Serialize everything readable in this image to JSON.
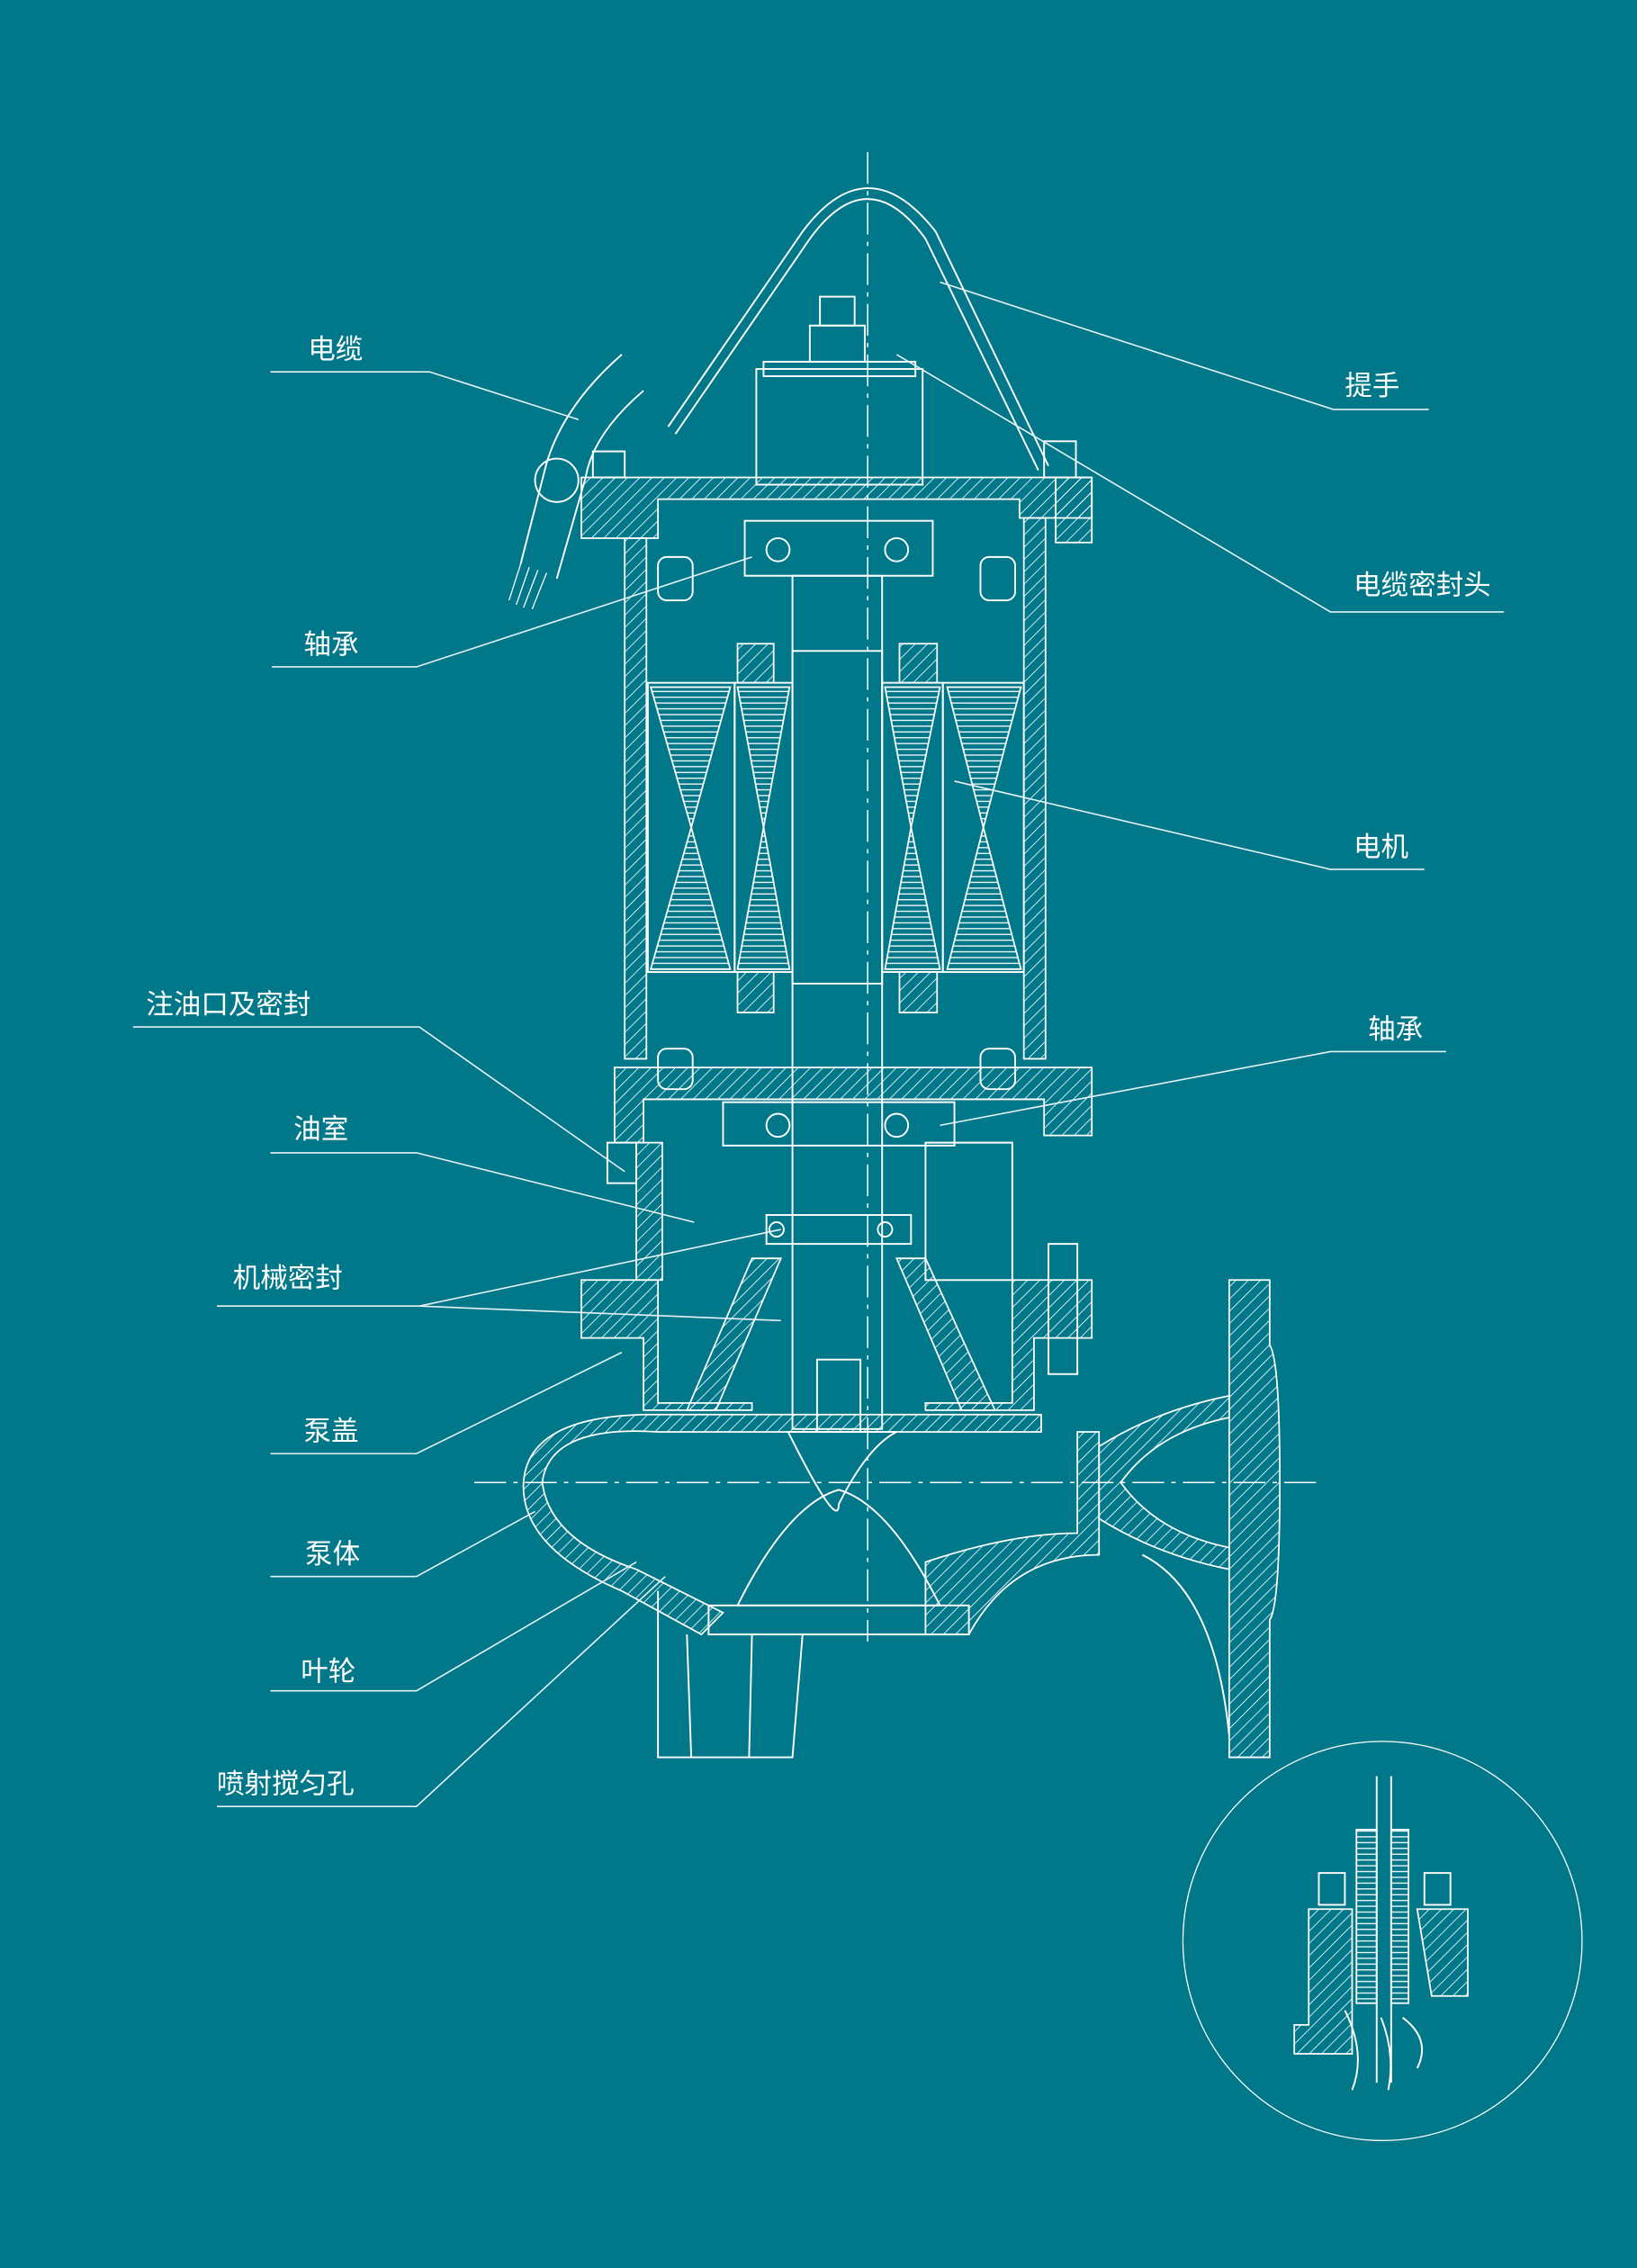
{
  "colors": {
    "background": "#00788a",
    "lines": "#ffffff"
  },
  "diagram": {
    "labels": {
      "cable": "电缆",
      "handle": "提手",
      "cable_seal_head": "电缆密封头",
      "bearing_upper": "轴承",
      "motor": "电机",
      "oil_filler_and_seal": "注油口及密封",
      "bearing_lower": "轴承",
      "oil_chamber": "油室",
      "mechanical_seal": "机械密封",
      "pump_cover": "泵盖",
      "pump_body": "泵体",
      "impeller": "叶轮",
      "jet_mixing_hole": "喷射搅匀孔"
    }
  }
}
